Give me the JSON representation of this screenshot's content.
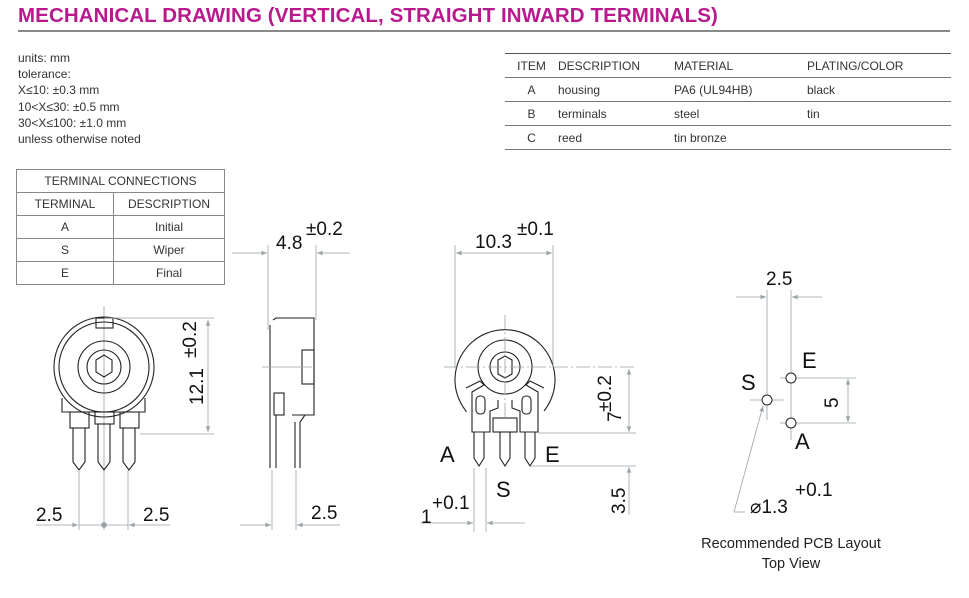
{
  "title": "MECHANICAL DRAWING (VERTICAL, STRAIGHT INWARD TERMINALS)",
  "notes": [
    "units: mm",
    "tolerance:",
    "X≤10: ±0.3 mm",
    "10<X≤30: ±0.5 mm",
    "30<X≤100: ±1.0 mm",
    "unless otherwise noted"
  ],
  "materials": {
    "headers": [
      "ITEM",
      "DESCRIPTION",
      "MATERIAL",
      "PLATING/COLOR"
    ],
    "rows": [
      [
        "A",
        "housing",
        "PA6 (UL94HB)",
        "black"
      ],
      [
        "B",
        "terminals",
        "steel",
        "tin"
      ],
      [
        "C",
        "reed",
        "tin bronze",
        ""
      ]
    ]
  },
  "terminals": {
    "title": "TERMINAL CONNECTIONS",
    "headers": [
      "TERMINAL",
      "DESCRIPTION"
    ],
    "rows": [
      [
        "A",
        "Initial"
      ],
      [
        "S",
        "Wiper"
      ],
      [
        "E",
        "Final"
      ]
    ]
  },
  "dims": {
    "front_height": "12.1",
    "front_height_tol": "±0.2",
    "pitch_left": "2.5",
    "pitch_right": "2.5",
    "side_depth": "4.8",
    "side_depth_tol": "±0.2",
    "side_pitch": "2.5",
    "width": "10.3",
    "width_tol": "±0.1",
    "center_height": "7",
    "center_height_tol": "±0.2",
    "pin_length": "3.5",
    "pin_width": "1",
    "pin_width_tol": "+0.1",
    "pcb_pitch": "2.5",
    "pcb_spacing": "5",
    "hole_dia": "⌀1.3",
    "hole_dia_tol": "+0.1"
  },
  "pin_labels": {
    "a": "A",
    "s": "S",
    "e": "E"
  },
  "caption": [
    "Recommended PCB Layout",
    "Top View"
  ],
  "colors": {
    "title": "#b8198c",
    "dimension": "#9aa3a6"
  }
}
